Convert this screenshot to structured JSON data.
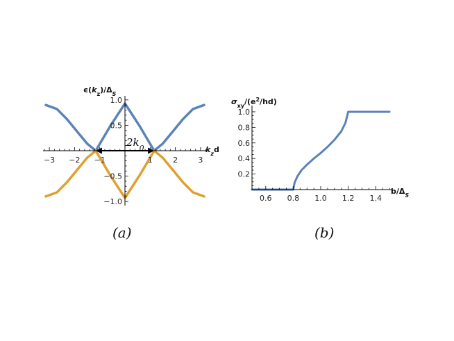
{
  "chart_data": [
    {
      "type": "line",
      "panel_label": "(a)",
      "xlabel": "k_z d",
      "ylabel": "ε(k_z)/Δ_S",
      "xlim": [
        -3.25,
        3.25
      ],
      "ylim": [
        -1.08,
        1.08
      ],
      "x_ticks": [
        -3,
        -2,
        -1,
        1,
        2,
        3
      ],
      "x_tick_labels": [
        "−3",
        "−2",
        "−1",
        "1",
        "2",
        "3"
      ],
      "y_ticks": [
        -1.0,
        -0.5,
        0.5,
        1.0
      ],
      "y_tick_labels": [
        "−1.0",
        "−0.5",
        "0.5",
        "1.0"
      ],
      "colors": {
        "upper": "#5b83b8",
        "lower": "#e0a030"
      },
      "series": [
        {
          "x": [
            -3.14,
            -2.7,
            -2.3,
            -1.9,
            -1.5,
            -1.16,
            -0.6,
            0.0,
            0.6,
            1.16,
            1.5,
            1.9,
            2.3,
            2.7,
            3.14
          ],
          "values": [
            0.9,
            0.82,
            0.62,
            0.38,
            0.14,
            0.0,
            0.47,
            0.93,
            0.47,
            0.0,
            0.14,
            0.38,
            0.62,
            0.82,
            0.9
          ]
        },
        {
          "x": [
            -3.14,
            -2.7,
            -2.3,
            -1.9,
            -1.5,
            -1.16,
            -0.6,
            0.0,
            0.6,
            1.16,
            1.5,
            1.9,
            2.3,
            2.7,
            3.14
          ],
          "values": [
            -0.9,
            -0.82,
            -0.62,
            -0.38,
            -0.14,
            0.0,
            -0.47,
            -0.93,
            -0.47,
            0.0,
            -0.14,
            -0.38,
            -0.62,
            -0.82,
            -0.9
          ]
        }
      ],
      "annotation": {
        "text": "2k_0",
        "arrow_from_x": -1.16,
        "arrow_to_x": 1.16,
        "arrow_y": 0.0
      }
    },
    {
      "type": "line",
      "panel_label": "(b)",
      "xlabel": "b/Δ_S",
      "ylabel": "σ_xy/(e²/hd)",
      "xlim": [
        0.5,
        1.52
      ],
      "ylim": [
        0.0,
        1.08
      ],
      "x_ticks": [
        0.6,
        0.8,
        1.0,
        1.2,
        1.4
      ],
      "x_tick_labels": [
        "0.6",
        "0.8",
        "1.0",
        "1.2",
        "1.4"
      ],
      "y_ticks": [
        0.2,
        0.4,
        0.6,
        0.8,
        1.0
      ],
      "y_tick_labels": [
        "0.2",
        "0.4",
        "0.6",
        "0.8",
        "1.0"
      ],
      "colors": {
        "line": "#5b83b8"
      },
      "series": [
        {
          "x": [
            0.5,
            0.6,
            0.7,
            0.8,
            0.81,
            0.83,
            0.86,
            0.9,
            0.95,
            1.0,
            1.05,
            1.1,
            1.15,
            1.18,
            1.2,
            1.3,
            1.4,
            1.5
          ],
          "values": [
            0.0,
            0.0,
            0.0,
            0.0,
            0.09,
            0.17,
            0.25,
            0.32,
            0.4,
            0.47,
            0.55,
            0.64,
            0.75,
            0.86,
            1.0,
            1.0,
            1.0,
            1.0
          ]
        }
      ]
    }
  ]
}
